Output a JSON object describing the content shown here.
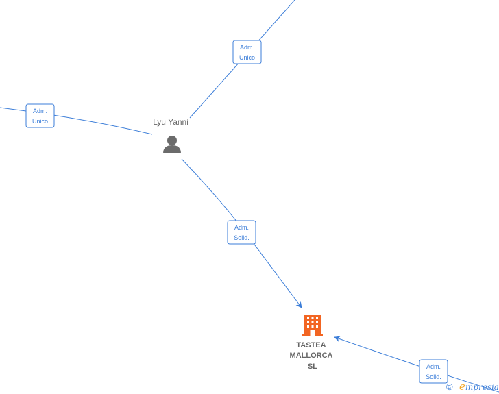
{
  "colors": {
    "edge": "#3b7dd8",
    "person_icon": "#6b6b6b",
    "company_icon": "#f26522",
    "label_text": "#666666",
    "watermark_accent": "#f5a623"
  },
  "nodes": {
    "person": {
      "name": "Lyu Yanni",
      "icon": "person-icon"
    },
    "company": {
      "name_lines": [
        "TASTEA",
        "MALLORCA",
        "SL"
      ],
      "icon": "building-icon"
    }
  },
  "edges": [
    {
      "id": "top-right",
      "label_lines": [
        "Adm.",
        "Unico"
      ]
    },
    {
      "id": "left",
      "label_lines": [
        "Adm.",
        "Unico"
      ]
    },
    {
      "id": "person-company",
      "label_lines": [
        "Adm.",
        "Solid."
      ]
    },
    {
      "id": "bottom-right",
      "label_lines": [
        "Adm.",
        "Solid."
      ]
    }
  ],
  "watermark": {
    "symbol": "©",
    "brand_initial": "e",
    "brand_rest": "mpresia"
  }
}
